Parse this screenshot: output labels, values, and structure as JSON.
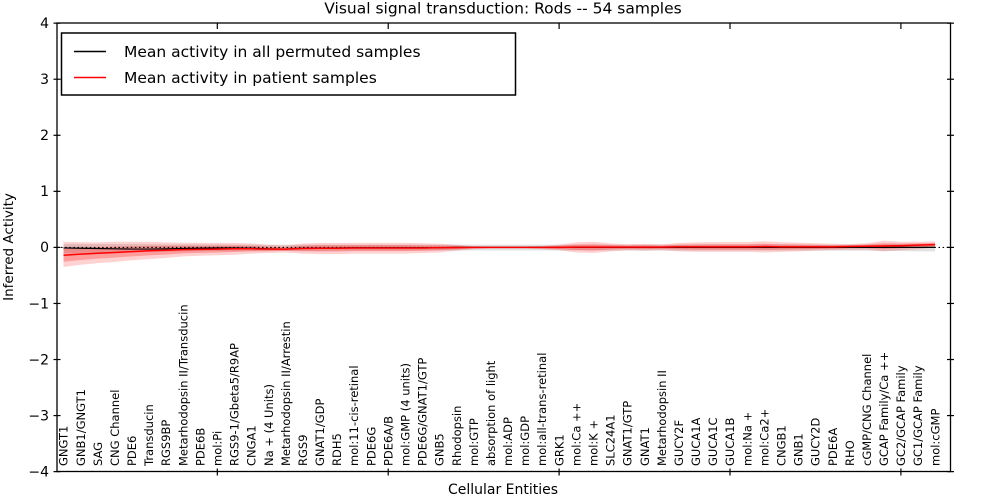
{
  "chart_data": {
    "type": "line",
    "title": "Visual signal transduction: Rods -- 54 samples",
    "xlabel": "Cellular Entities",
    "ylabel": "Inferred Activity",
    "ylim": [
      -4,
      4
    ],
    "ytick_values": [
      4,
      3,
      2,
      1,
      0,
      -1,
      -2,
      -3,
      -4
    ],
    "ytick_labels": [
      "4",
      "3",
      "2",
      "1",
      "0",
      "−1",
      "−2",
      "−3",
      "−4"
    ],
    "grid": false,
    "legend_position": "upper left",
    "zero_line": {
      "value": 0,
      "style": "dotted",
      "color": "#000000"
    },
    "categories": [
      "GNGT1",
      "GNB1/GNGT1",
      "SAG",
      "CNG Channel",
      "PDE6",
      "Transducin",
      "RGS9BP",
      "Metarhodopsin II/Transducin",
      "PDE6B",
      "mol:Pi",
      "RGS9-1/Gbeta5/R9AP",
      "CNGA1",
      "Na + (4 Units)",
      "Metarhodopsin II/Arrestin",
      "RGS9",
      "GNAT1/GDP",
      "RDH5",
      "mol:11-cis-retinal",
      "PDE6G",
      "PDE6A/B",
      "mol:GMP (4 units)",
      "PDE6G/GNAT1/GTP",
      "GNB5",
      "Rhodopsin",
      "mol:GTP",
      "absorption of light",
      "mol:ADP",
      "mol:GDP",
      "mol:all-trans-retinal",
      "GRK1",
      "mol:Ca ++",
      "mol:K +",
      "SLC24A1",
      "GNAT1/GTP",
      "GNAT1",
      "Metarhodopsin II",
      "GUCY2F",
      "GUCA1A",
      "GUCA1C",
      "GUCA1B",
      "mol:Na +",
      "mol:Ca2+",
      "CNGB1",
      "GNB1",
      "GUCY2D",
      "PDE6A",
      "RHO",
      "cGMP/CNG Channel",
      "GCAP Family/Ca ++",
      "GC2/GCAP Family",
      "GC1/GCAP Family",
      "mol:cGMP"
    ],
    "series": [
      {
        "name": "Mean activity in all permuted samples",
        "color": "#000000",
        "values": [
          -0.01,
          -0.015,
          -0.02,
          -0.025,
          -0.03,
          -0.03,
          -0.025,
          -0.02,
          -0.015,
          -0.01,
          -0.01,
          -0.015,
          -0.025,
          -0.03,
          -0.015,
          -0.01,
          -0.01,
          -0.005,
          -0.005,
          -0.005,
          -0.005,
          -0.005,
          -0.005,
          0,
          0,
          0,
          0,
          0,
          0,
          0,
          0,
          0,
          0,
          0,
          0,
          0,
          0,
          0,
          0,
          0,
          0,
          0,
          0,
          0,
          0,
          0,
          0,
          0,
          0,
          0,
          0,
          0
        ]
      },
      {
        "name": "Mean activity in patient samples",
        "color": "#ff0000",
        "values": [
          -0.14,
          -0.12,
          -0.105,
          -0.09,
          -0.075,
          -0.06,
          -0.05,
          -0.04,
          -0.035,
          -0.03,
          -0.025,
          -0.025,
          -0.03,
          -0.03,
          -0.02,
          -0.015,
          -0.015,
          -0.01,
          -0.01,
          -0.01,
          -0.01,
          -0.01,
          -0.005,
          -0.005,
          0,
          0,
          0,
          0,
          0,
          0,
          0.005,
          0.005,
          0.005,
          0.005,
          0.005,
          0.005,
          0.01,
          0.01,
          0.01,
          0.01,
          0.01,
          0.015,
          0.01,
          0.01,
          0.01,
          0.01,
          0.015,
          0.02,
          0.025,
          0.03,
          0.04,
          0.05
        ]
      }
    ],
    "bands": [
      {
        "name": "permuted-samples-range",
        "color": "#aaaaaa",
        "opacity": 0.35,
        "upper": [
          0.06,
          0.06,
          0.06,
          0.06,
          0.06,
          0.06,
          0.055,
          0.055,
          0.055,
          0.055,
          0.05,
          0.05,
          0.05,
          0.05,
          0.05,
          0.05,
          0.05,
          0.05,
          0.05,
          0.05,
          0.05,
          0.05,
          0.05,
          0.05,
          0.05,
          0.05,
          0.05,
          0.05,
          0.05,
          0.05,
          0.05,
          0.05,
          0.05,
          0.05,
          0.05,
          0.05,
          0.05,
          0.05,
          0.05,
          0.05,
          0.05,
          0.05,
          0.05,
          0.05,
          0.05,
          0.05,
          0.05,
          0.055,
          0.055,
          0.06,
          0.06,
          0.06
        ],
        "lower": [
          -0.1,
          -0.095,
          -0.09,
          -0.085,
          -0.08,
          -0.08,
          -0.075,
          -0.07,
          -0.065,
          -0.065,
          -0.06,
          -0.06,
          -0.06,
          -0.06,
          -0.06,
          -0.06,
          -0.055,
          -0.055,
          -0.055,
          -0.055,
          -0.055,
          -0.055,
          -0.055,
          -0.055,
          -0.055,
          -0.055,
          -0.055,
          -0.055,
          -0.055,
          -0.055,
          -0.055,
          -0.055,
          -0.055,
          -0.055,
          -0.055,
          -0.055,
          -0.055,
          -0.055,
          -0.055,
          -0.055,
          -0.055,
          -0.055,
          -0.055,
          -0.055,
          -0.055,
          -0.055,
          -0.06,
          -0.06,
          -0.065,
          -0.065,
          -0.07,
          -0.07
        ]
      },
      {
        "name": "patient-samples-range",
        "color": "#ff0000",
        "opacity": 0.18,
        "upper": [
          0.1,
          0.095,
          0.09,
          0.1,
          0.1,
          0.1,
          0.09,
          0.085,
          0.08,
          0.08,
          0.08,
          0.07,
          0.045,
          0.035,
          0.07,
          0.08,
          0.08,
          0.08,
          0.08,
          0.08,
          0.08,
          0.075,
          0.065,
          0.05,
          0.02,
          0.015,
          0.015,
          0.015,
          0.025,
          0.05,
          0.09,
          0.1,
          0.075,
          0.055,
          0.065,
          0.055,
          0.08,
          0.09,
          0.095,
          0.095,
          0.095,
          0.11,
          0.095,
          0.085,
          0.075,
          0.065,
          0.06,
          0.075,
          0.12,
          0.1,
          0.1,
          0.105
        ],
        "lower": [
          -0.35,
          -0.31,
          -0.28,
          -0.26,
          -0.23,
          -0.21,
          -0.19,
          -0.16,
          -0.15,
          -0.14,
          -0.13,
          -0.11,
          -0.1,
          -0.09,
          -0.11,
          -0.12,
          -0.12,
          -0.11,
          -0.11,
          -0.11,
          -0.11,
          -0.1,
          -0.09,
          -0.06,
          -0.03,
          -0.02,
          -0.02,
          -0.02,
          -0.03,
          -0.05,
          -0.09,
          -0.1,
          -0.07,
          -0.05,
          -0.06,
          -0.05,
          -0.07,
          -0.08,
          -0.08,
          -0.08,
          -0.08,
          -0.09,
          -0.08,
          -0.07,
          -0.06,
          -0.05,
          -0.04,
          -0.04,
          -0.07,
          -0.05,
          -0.03,
          0.0
        ]
      }
    ]
  }
}
